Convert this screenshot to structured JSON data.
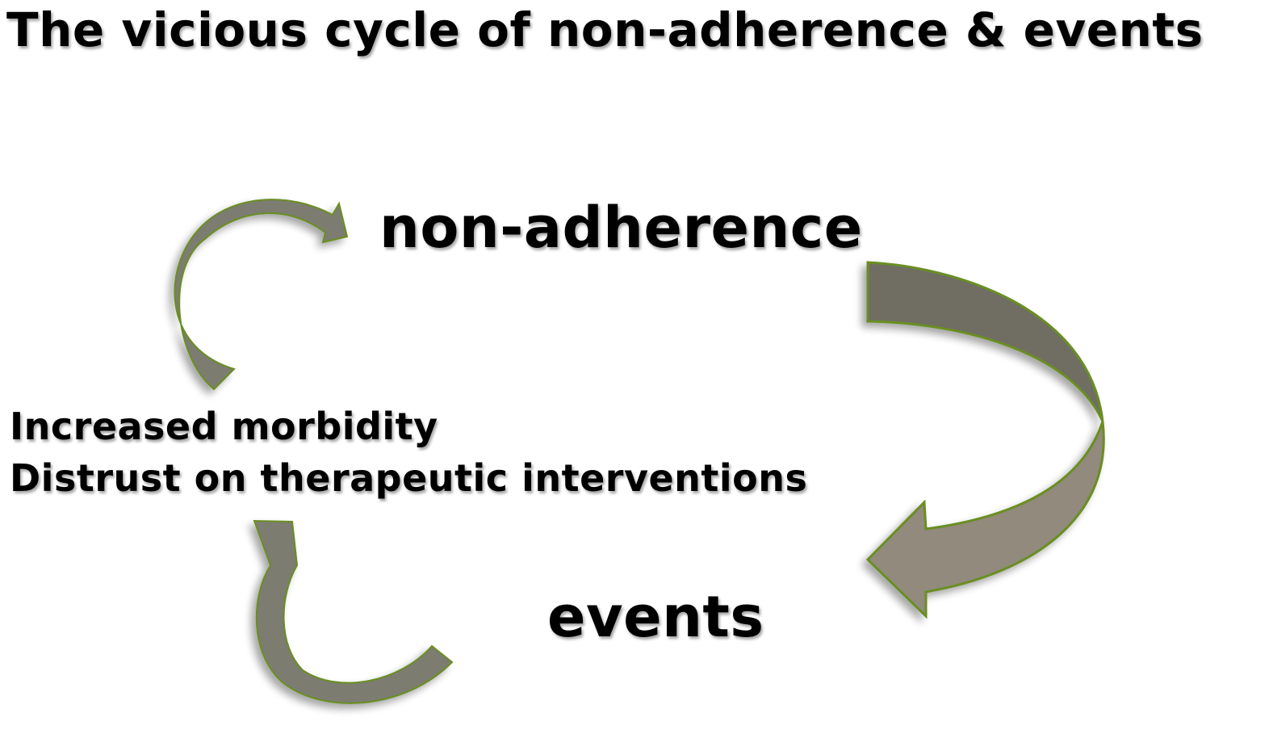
{
  "title": "The vicious cycle of non-adherence & events",
  "nodes": {
    "top": "non-adherence",
    "bottom": "events",
    "left": {
      "lines": [
        "Increased morbidity",
        "Distrust on therapeutic interventions"
      ]
    }
  },
  "edges": [
    {
      "from": "non-adherence",
      "to": "events",
      "label": ""
    },
    {
      "from": "events",
      "to": "Increased morbidity / Distrust on therapeutic interventions",
      "label": ""
    },
    {
      "from": "Increased morbidity / Distrust on therapeutic interventions",
      "to": "non-adherence",
      "label": ""
    }
  ],
  "colors": {
    "arrow_fill_dark": "#6f6e63",
    "arrow_fill_light": "#918a7d",
    "arrow_stroke": "#6b8e23",
    "text": "#000000",
    "background": "#ffffff"
  }
}
